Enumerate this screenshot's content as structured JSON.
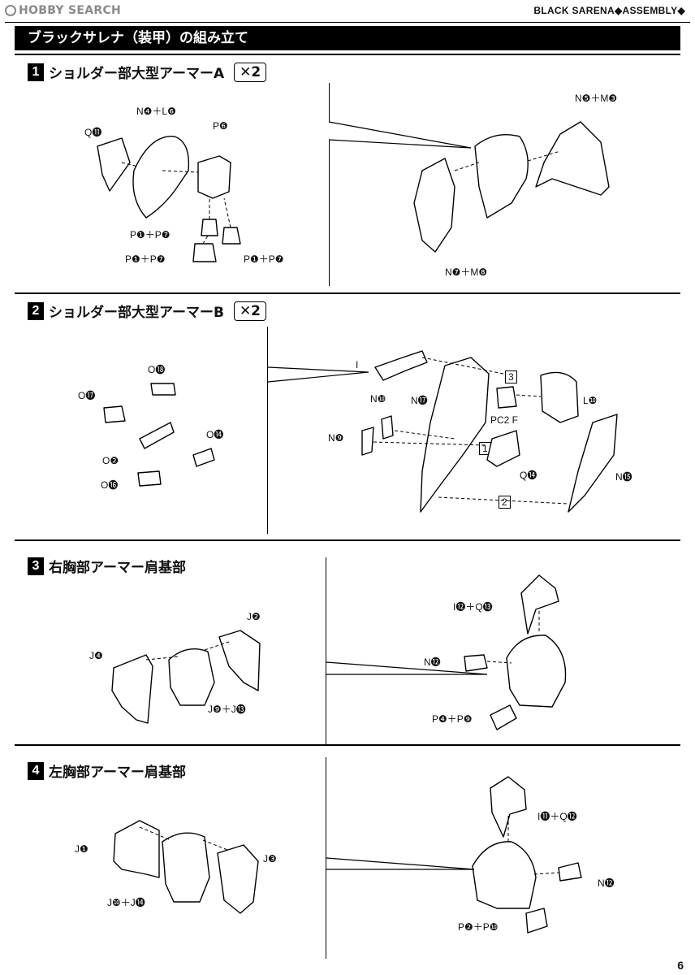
{
  "header": {
    "logo_text": "HOBBY SEARCH",
    "doc_title": "BLACK SARENA◆ASSEMBLY◆"
  },
  "title_bar": "ブラックサレナ（装甲）の組み立て",
  "page_number": "6",
  "steps": [
    {
      "number": "1",
      "title": "ショルダー部大型アーマーA",
      "quantity": "✕2",
      "labels": [
        "N❹＋L❻",
        "Q⓫",
        "P❻",
        "P❶＋P❼",
        "P❶＋P❼",
        "P❶＋P❼",
        "N❺＋M❸",
        "N❼＋M❽"
      ]
    },
    {
      "number": "2",
      "title": "ショルダー部大型アーマーB",
      "quantity": "✕2",
      "labels": [
        "O⓲",
        "O⓱",
        "O⓮",
        "O❷",
        "O⓰",
        "I",
        "N❿",
        "N⓱",
        "PC2 F",
        "L❿",
        "N❾",
        "Q⓮",
        "N⓯",
        "1",
        "2",
        "3"
      ]
    },
    {
      "number": "3",
      "title": "右胸部アーマー肩基部",
      "quantity": "",
      "labels": [
        "J❷",
        "J❹",
        "J❾＋J⓭",
        "I⓬＋Q⓭",
        "N⓬",
        "P❹＋P❾"
      ]
    },
    {
      "number": "4",
      "title": "左胸部アーマー肩基部",
      "quantity": "",
      "labels": [
        "J❶",
        "J❸",
        "J❿＋J⓮",
        "I⓫＋Q⓬",
        "N⓬",
        "P❷＋P❿"
      ]
    }
  ]
}
